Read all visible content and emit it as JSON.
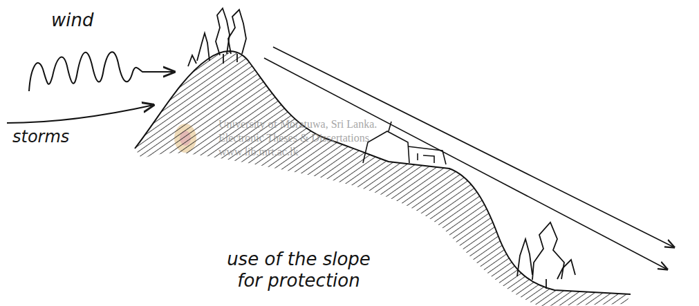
{
  "diagram": {
    "labels": [
      "wind",
      "storms",
      "use of the slope for protection",
      "University of Moratuwa, Sri Lanka.",
      "Electronic Theses & Dissertations",
      "www.lib.mrt.ac.lk"
    ]
  }
}
